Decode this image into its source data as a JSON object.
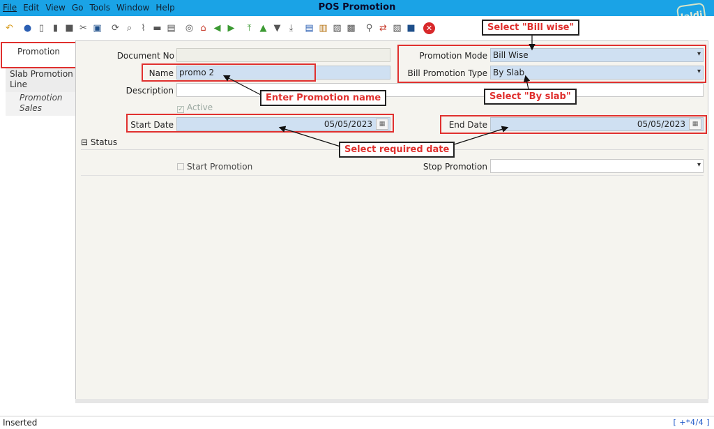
{
  "window": {
    "title": "POS Promotion",
    "brand": "Jaldi"
  },
  "menu": [
    "File",
    "Edit",
    "View",
    "Go",
    "Tools",
    "Window",
    "Help"
  ],
  "toolbar": {
    "icons": [
      "undo-icon",
      "help-icon",
      "new-icon",
      "copy-icon",
      "delete-icon",
      "delete-selection-icon",
      "save-icon",
      "refresh-icon",
      "find-icon",
      "attachment-icon",
      "chat-icon",
      "history-icon",
      "menu-icon",
      "home-icon",
      "previous-icon",
      "next-icon",
      "first-record-icon",
      "parent-icon",
      "detail-icon",
      "last-record-icon",
      "report-icon",
      "archive-icon",
      "print-preview-icon",
      "print-icon",
      "zoom-across-icon",
      "workflow-icon",
      "product-info-icon",
      "close-window-icon",
      "exit-icon"
    ]
  },
  "tabs": [
    {
      "label": "Promotion"
    },
    {
      "label": "Slab Promotion Line"
    },
    {
      "label": "Promotion Sales"
    }
  ],
  "form": {
    "document_no": {
      "label": "Document No",
      "value": ""
    },
    "name": {
      "label": "Name",
      "value": "promo 2"
    },
    "description": {
      "label": "Description",
      "value": ""
    },
    "active": {
      "label": "Active",
      "checked": true
    },
    "start_date": {
      "label": "Start Date",
      "value": "05/05/2023"
    },
    "promotion_mode": {
      "label": "Promotion Mode",
      "value": "Bill Wise"
    },
    "bill_promotion_type": {
      "label": "Bill Promotion Type",
      "value": "By Slab"
    },
    "end_date": {
      "label": "End Date",
      "value": "05/05/2023"
    }
  },
  "status_section": {
    "title": "Status",
    "start_promotion": {
      "label": "Start Promotion",
      "checked": false
    },
    "stop_promotion": {
      "label": "Stop Promotion",
      "value": ""
    }
  },
  "callouts": {
    "bill_wise": "Select \"Bill wise\"",
    "by_slab": "Select \"By slab\"",
    "promo_name": "Enter Promotion name",
    "required_date": "Select required date"
  },
  "statusbar": {
    "text": "Inserted",
    "record": "[ +*4/4 ]"
  },
  "colors": {
    "accent_red": "#e0302e",
    "title_bar": "#1aa3e6",
    "field_bg": "#cfe0f2"
  }
}
